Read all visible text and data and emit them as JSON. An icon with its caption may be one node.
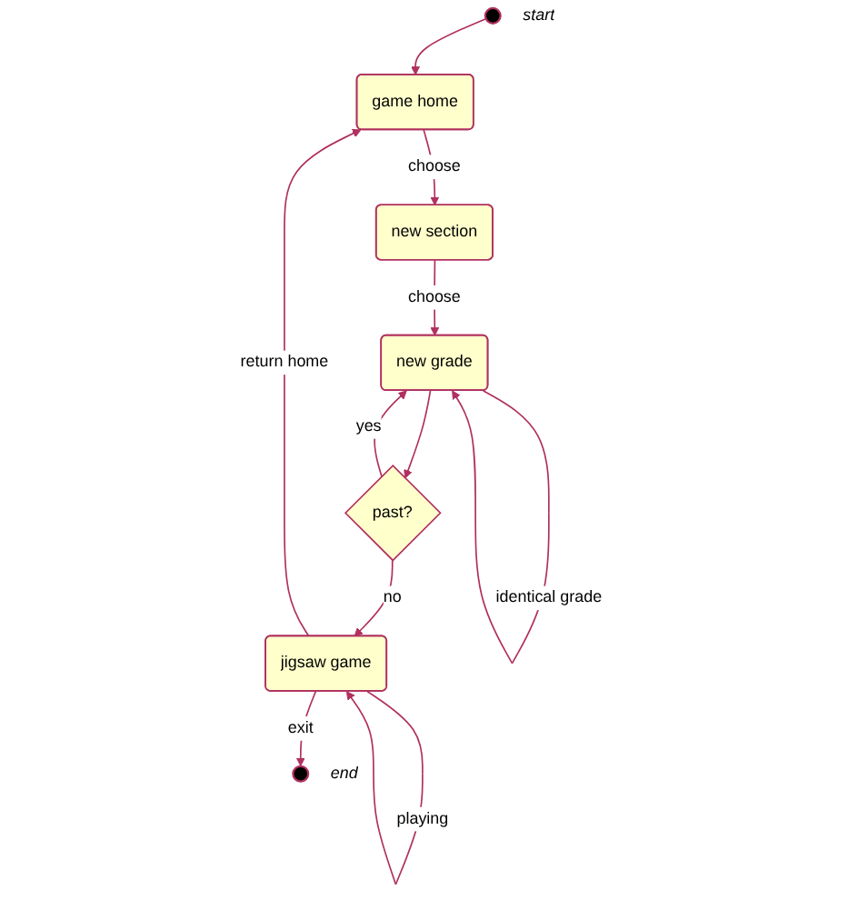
{
  "diagram": {
    "nodes": [
      {
        "text": [],
        "shape": "circle",
        "beside": [
          "start"
        ]
      },
      {
        "text": [
          "game home"
        ]
      },
      {
        "text": [
          "new section"
        ]
      },
      {
        "text": [
          "past?"
        ]
      },
      {
        "text": [
          "jigsaw game"
        ]
      },
      {
        "text": [
          "new grade"
        ]
      },
      {
        "text": [],
        "shape": "circle",
        "beside": [
          "end"
        ]
      }
    ],
    "edges": [
      {
        "from": 0,
        "to": 1,
        "arrow": "to"
      },
      {
        "from": 1,
        "to": 2,
        "arrow": "to",
        "label": "choose"
      },
      {
        "from": 2,
        "to": 5,
        "arrow": "to",
        "label": "choose"
      },
      {
        "from": 5,
        "to": 5,
        "arrow": "to",
        "label": "identical grade"
      },
      {
        "from": 5,
        "to": 3,
        "arrow": "to"
      },
      {
        "from": 3,
        "to": 4,
        "arrow": "to",
        "label": "no"
      },
      {
        "from": 3,
        "to": 5,
        "arrow": "to",
        "label": "yes"
      },
      {
        "from": 4,
        "to": 1,
        "arrow": "to",
        "label": "return home"
      },
      {
        "from": 4,
        "to": 4,
        "arrow": "to",
        "label": "playing"
      },
      {
        "from": 4,
        "to": 6,
        "arrow": "to",
        "label": "exit"
      }
    ]
  }
}
